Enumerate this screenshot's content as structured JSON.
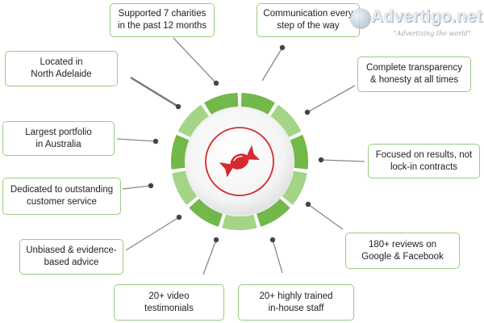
{
  "colors": {
    "ring_light": "#a4d486",
    "ring_dark": "#72b84a",
    "box_border": "#9bcb7e",
    "connector": "#888888",
    "icon": "#d42a30"
  },
  "center": {
    "icon": "candy-icon"
  },
  "features": [
    {
      "id": "charities",
      "text": "Supported 7 charities\nin the past 12 months"
    },
    {
      "id": "comm",
      "text": "Communication every\nstep of the way"
    },
    {
      "id": "adelaide",
      "text": "Located in\nNorth Adelaide"
    },
    {
      "id": "transp",
      "text": "Complete transparency\n& honesty at all times"
    },
    {
      "id": "portfolio",
      "text": "Largest portfolio\nin Australia"
    },
    {
      "id": "results",
      "text": "Focused on results, not\nlock-in contracts"
    },
    {
      "id": "service",
      "text": "Dedicated to outstanding\ncustomer service"
    },
    {
      "id": "unbiased",
      "text": "Unbiased & evidence-\nbased advice"
    },
    {
      "id": "reviews",
      "text": "180+ reviews on\nGoogle & Facebook"
    },
    {
      "id": "video",
      "text": "20+ video\ntestimonials"
    },
    {
      "id": "staff",
      "text": "20+ highly trained\nin-house staff"
    }
  ],
  "watermark": {
    "title": "Advertigo.net",
    "tagline": "\"Advertising  the world\""
  }
}
